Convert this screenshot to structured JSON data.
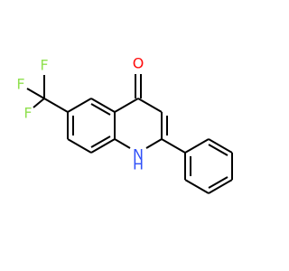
{
  "molecule": {
    "atoms": {
      "oxygen": {
        "label": "O",
        "color": "#ff0d0d"
      },
      "nitrogen": {
        "label": "N",
        "color": "#3050f8"
      },
      "nitrogen_h": {
        "label": "H",
        "color": "#3050f8"
      },
      "fluorine_1": {
        "label": "F",
        "color": "#90e050"
      },
      "fluorine_2": {
        "label": "F",
        "color": "#90e050"
      },
      "fluorine_3": {
        "label": "F",
        "color": "#90e050"
      }
    },
    "bond_color": "#000000",
    "background": "#ffffff"
  }
}
